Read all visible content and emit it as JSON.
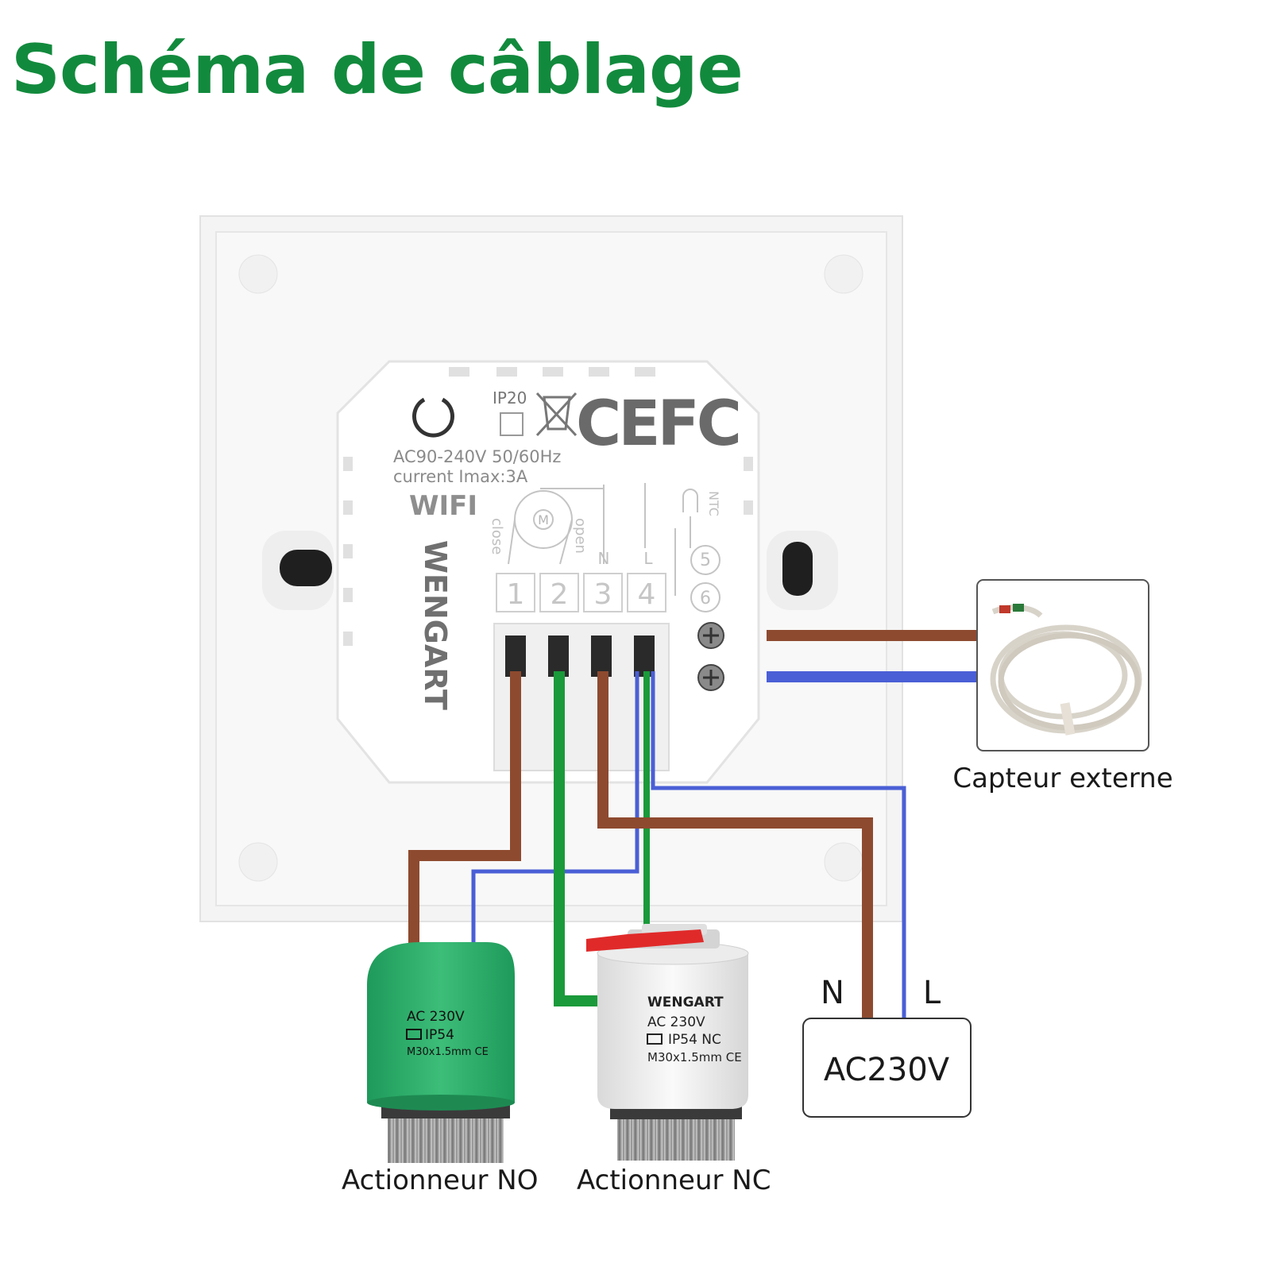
{
  "title": "Schéma de câblage",
  "device": {
    "rating": "IP20",
    "voltage": "AC90-240V 50/60Hz",
    "current": "current Imax:3A",
    "wifi": "WIFI",
    "brand": "WENGART",
    "marks": "CEFC",
    "terminals": [
      {
        "number": "1",
        "label": "close"
      },
      {
        "number": "2",
        "label": "open"
      },
      {
        "number": "3",
        "label": "N"
      },
      {
        "number": "4",
        "label": "L"
      },
      {
        "number": "5",
        "label": "NTC"
      },
      {
        "number": "6",
        "label": ""
      }
    ],
    "motor_symbol": "M"
  },
  "sensor": {
    "label": "Capteur externe"
  },
  "power": {
    "box_label": "AC230V",
    "n_label": "N",
    "l_label": "L"
  },
  "actuator_no": {
    "label": "Actionneur NO",
    "line1": "AC 230V",
    "line2": "IP54",
    "line3": "M30x1.5mm CE"
  },
  "actuator_nc": {
    "label": "Actionneur NC",
    "brand": "WENGART",
    "line1": "AC 230V",
    "line2": "IP54 NC",
    "line3": "M30x1.5mm CE"
  },
  "colors": {
    "title": "#128a3d",
    "brown_wire": "#8e4a2f",
    "blue_wire": "#4a5fd6",
    "green_wire": "#1a9a3a",
    "actuator_green": "#2aa866",
    "actuator_cap_red": "#e02a2a"
  }
}
